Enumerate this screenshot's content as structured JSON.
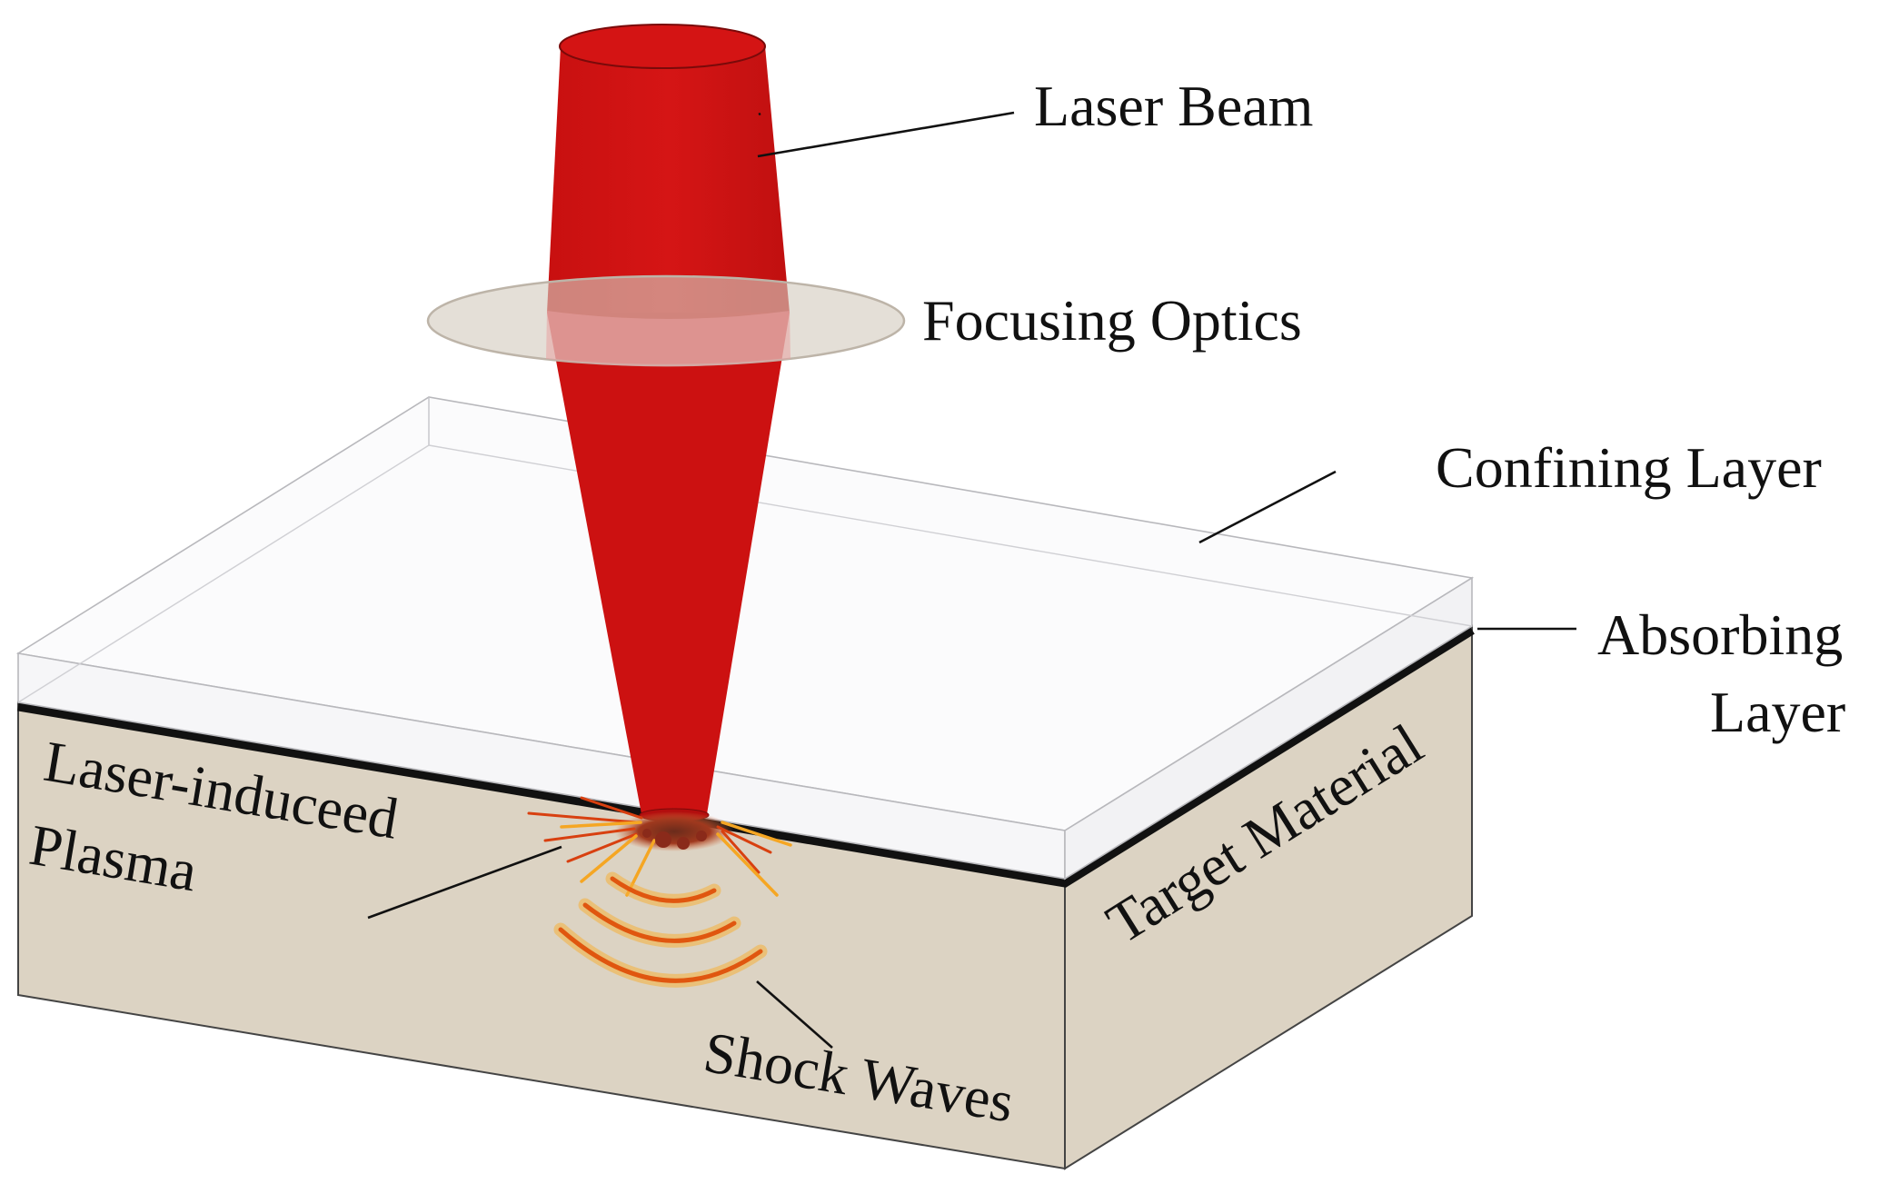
{
  "labels": {
    "laser_beam": "Laser Beam",
    "focusing_optics": "Focusing Optics",
    "confining_layer": "Confining Layer",
    "absorbing_layer_line1": "Absorbing",
    "absorbing_layer_line2": "Layer",
    "target_material": "Target Material",
    "plasma_line1": "Laser-induceed",
    "plasma_line2": "Plasma",
    "shock_waves": "Shock Waves"
  },
  "colors": {
    "laser_red": "#cc1111",
    "target_beige": "#dcd3c3",
    "confining_layer_fill": "#fbfbfc",
    "absorbing_layer": "#111111",
    "optics_gray": "#d4cbbf",
    "shock_wave_orange": "#f5a623",
    "plasma_red": "#d63a1a"
  }
}
